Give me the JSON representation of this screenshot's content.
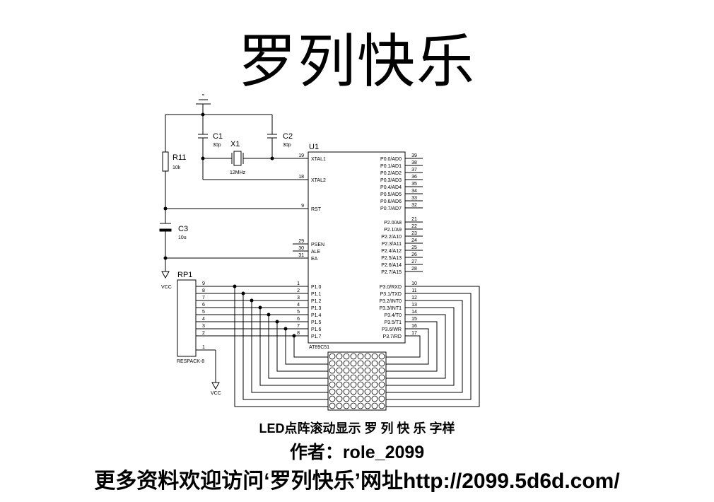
{
  "title": "罗列快乐",
  "mcu": {
    "ref": "U1",
    "part": "AT89C51",
    "left_pins": [
      {
        "num": "19",
        "name": "XTAL1"
      },
      {
        "num": "18",
        "name": "XTAL2"
      },
      {
        "num": "9",
        "name": "RST"
      },
      {
        "num": "29",
        "name": "PSEN"
      },
      {
        "num": "30",
        "name": "ALE"
      },
      {
        "num": "31",
        "name": "EA"
      },
      {
        "num": "1",
        "name": "P1.0"
      },
      {
        "num": "2",
        "name": "P1.1"
      },
      {
        "num": "3",
        "name": "P1.2"
      },
      {
        "num": "4",
        "name": "P1.3"
      },
      {
        "num": "5",
        "name": "P1.4"
      },
      {
        "num": "6",
        "name": "P1.5"
      },
      {
        "num": "7",
        "name": "P1.6"
      },
      {
        "num": "8",
        "name": "P1.7"
      }
    ],
    "right_pins": [
      {
        "num": "39",
        "name": "P0.0/AD0"
      },
      {
        "num": "38",
        "name": "P0.1/AD1"
      },
      {
        "num": "37",
        "name": "P0.2/AD2"
      },
      {
        "num": "36",
        "name": "P0.3/AD3"
      },
      {
        "num": "35",
        "name": "P0.4/AD4"
      },
      {
        "num": "34",
        "name": "P0.5/AD5"
      },
      {
        "num": "33",
        "name": "P0.6/AD6"
      },
      {
        "num": "32",
        "name": "P0.7/AD7"
      },
      {
        "num": "21",
        "name": "P2.0/A8"
      },
      {
        "num": "22",
        "name": "P2.1/A9"
      },
      {
        "num": "23",
        "name": "P2.2/A10"
      },
      {
        "num": "24",
        "name": "P2.3/A11"
      },
      {
        "num": "25",
        "name": "P2.4/A12"
      },
      {
        "num": "26",
        "name": "P2.5/A13"
      },
      {
        "num": "27",
        "name": "P2.6/A14"
      },
      {
        "num": "28",
        "name": "P2.7/A15"
      },
      {
        "num": "10",
        "name": "P3.0/RXD"
      },
      {
        "num": "11",
        "name": "P3.1/TXD"
      },
      {
        "num": "12",
        "name": "P3.2/INT0"
      },
      {
        "num": "13",
        "name": "P3.3/INT1"
      },
      {
        "num": "14",
        "name": "P3.4/T0"
      },
      {
        "num": "15",
        "name": "P3.5/T1"
      },
      {
        "num": "16",
        "name": "P3.6/WR"
      },
      {
        "num": "17",
        "name": "P3.7/RD"
      }
    ]
  },
  "components": {
    "c1": {
      "ref": "C1",
      "value": "30p"
    },
    "c2": {
      "ref": "C2",
      "value": "30p"
    },
    "x1": {
      "ref": "X1",
      "value": "12MHz"
    },
    "r11": {
      "ref": "R11",
      "value": "10k"
    },
    "c3": {
      "ref": "C3",
      "value": "10u"
    },
    "rp1": {
      "ref": "RP1",
      "part": "RESPACK-8",
      "pins": [
        "9",
        "8",
        "7",
        "6",
        "5",
        "4",
        "3",
        "2",
        "1"
      ]
    }
  },
  "power": {
    "vcc1": "VCC",
    "vcc2": "VCC"
  },
  "caption": {
    "line1": "LED点阵滚动显示 罗 列 快 乐 字样",
    "line2": "作者：role_2099",
    "line3": "更多资料欢迎访问‘罗列快乐’网址http://2099.5d6d.com/"
  }
}
